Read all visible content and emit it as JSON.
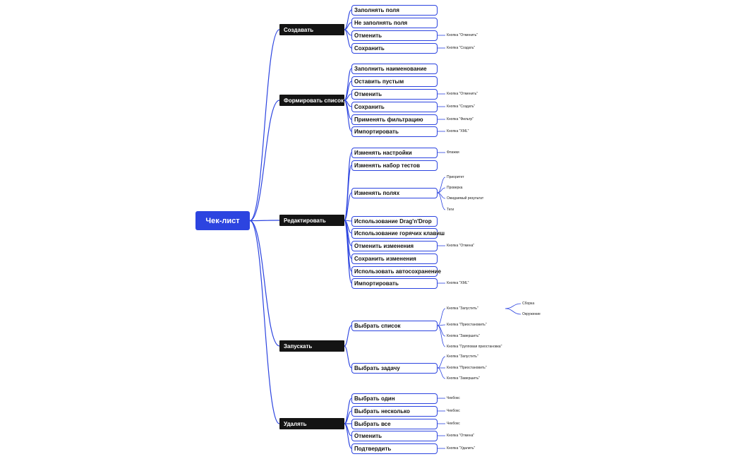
{
  "colors": {
    "accent": "#2c44e0",
    "branch_bg": "#141414",
    "text": "#111111"
  },
  "root": {
    "label": "Чек-лист"
  },
  "branches": [
    {
      "label": "Создавать",
      "items": [
        {
          "label": "Заполнять поля",
          "notes": []
        },
        {
          "label": "Не заполнять поля",
          "notes": []
        },
        {
          "label": "Отменить",
          "notes": [
            {
              "label": "Кнопка \"Отменить\"",
              "subs": []
            }
          ]
        },
        {
          "label": "Сохранить",
          "notes": [
            {
              "label": "Кнопка \"Создать\"",
              "subs": []
            }
          ]
        }
      ]
    },
    {
      "label": "Формировать список",
      "items": [
        {
          "label": "Заполнить наименование",
          "notes": []
        },
        {
          "label": "Оставить пустым",
          "notes": []
        },
        {
          "label": "Отменить",
          "notes": [
            {
              "label": "Кнопка \"Отменить\"",
              "subs": []
            }
          ]
        },
        {
          "label": "Сохранить",
          "notes": [
            {
              "label": "Кнопка \"Создать\"",
              "subs": []
            }
          ]
        },
        {
          "label": "Применять фильтрацию",
          "notes": [
            {
              "label": "Кнопка \"Фильтр\"",
              "subs": []
            }
          ]
        },
        {
          "label": "Импортировать",
          "notes": [
            {
              "label": "Кнопка \"XML\"",
              "subs": []
            }
          ]
        }
      ]
    },
    {
      "label": "Редактировать",
      "items": [
        {
          "label": "Изменять настройки",
          "notes": [
            {
              "label": "Флажки",
              "subs": []
            }
          ]
        },
        {
          "label": "Изменять набор тестов",
          "notes": []
        },
        {
          "label": "Изменять полях",
          "notes": [
            {
              "label": "Приоритет",
              "subs": []
            },
            {
              "label": "Проверка",
              "subs": []
            },
            {
              "label": "Ожидаемый результат",
              "subs": []
            },
            {
              "label": "Теги",
              "subs": []
            }
          ]
        },
        {
          "label": "Использование Drag'n'Drop",
          "notes": []
        },
        {
          "label": "Использование горячих клавиш",
          "notes": []
        },
        {
          "label": "Отменить изменения",
          "notes": [
            {
              "label": "Кнопка \"Отмена\"",
              "subs": []
            }
          ]
        },
        {
          "label": "Сохранить изменения",
          "notes": []
        },
        {
          "label": "Использовать автосохранение",
          "notes": []
        },
        {
          "label": "Импортировать",
          "notes": [
            {
              "label": "Кнопка \"XML\"",
              "subs": []
            }
          ]
        }
      ]
    },
    {
      "label": "Запускать",
      "items": [
        {
          "label": "Выбрать список",
          "notes": [
            {
              "label": "Кнопка \"Запустить\"",
              "subs": [
                "Сборка",
                "Окружение"
              ]
            },
            {
              "label": "Кнопка \"Приостановить\"",
              "subs": []
            },
            {
              "label": "Кнопка \"Завершить\"",
              "subs": []
            },
            {
              "label": "Кнопка \"Групповая приостановка\"",
              "subs": []
            }
          ]
        },
        {
          "label": "Выбрать задачу",
          "notes": [
            {
              "label": "Кнопка \"Запустить\"",
              "subs": []
            },
            {
              "label": "Кнопка \"Приостановить\"",
              "subs": []
            },
            {
              "label": "Кнопка \"Завершить\"",
              "subs": []
            }
          ]
        }
      ]
    },
    {
      "label": "Удалять",
      "items": [
        {
          "label": "Выбрать один",
          "notes": [
            {
              "label": "Чекбокс",
              "subs": []
            }
          ]
        },
        {
          "label": "Выбрать несколько",
          "notes": [
            {
              "label": "Чекбокс",
              "subs": []
            }
          ]
        },
        {
          "label": "Выбрать все",
          "notes": [
            {
              "label": "Чекбокс",
              "subs": []
            }
          ]
        },
        {
          "label": "Отменить",
          "notes": [
            {
              "label": "Кнопка \"Отмена\"",
              "subs": []
            }
          ]
        },
        {
          "label": "Подтвердить",
          "notes": [
            {
              "label": "Кнопка \"Удалить\"",
              "subs": []
            }
          ]
        }
      ]
    }
  ]
}
